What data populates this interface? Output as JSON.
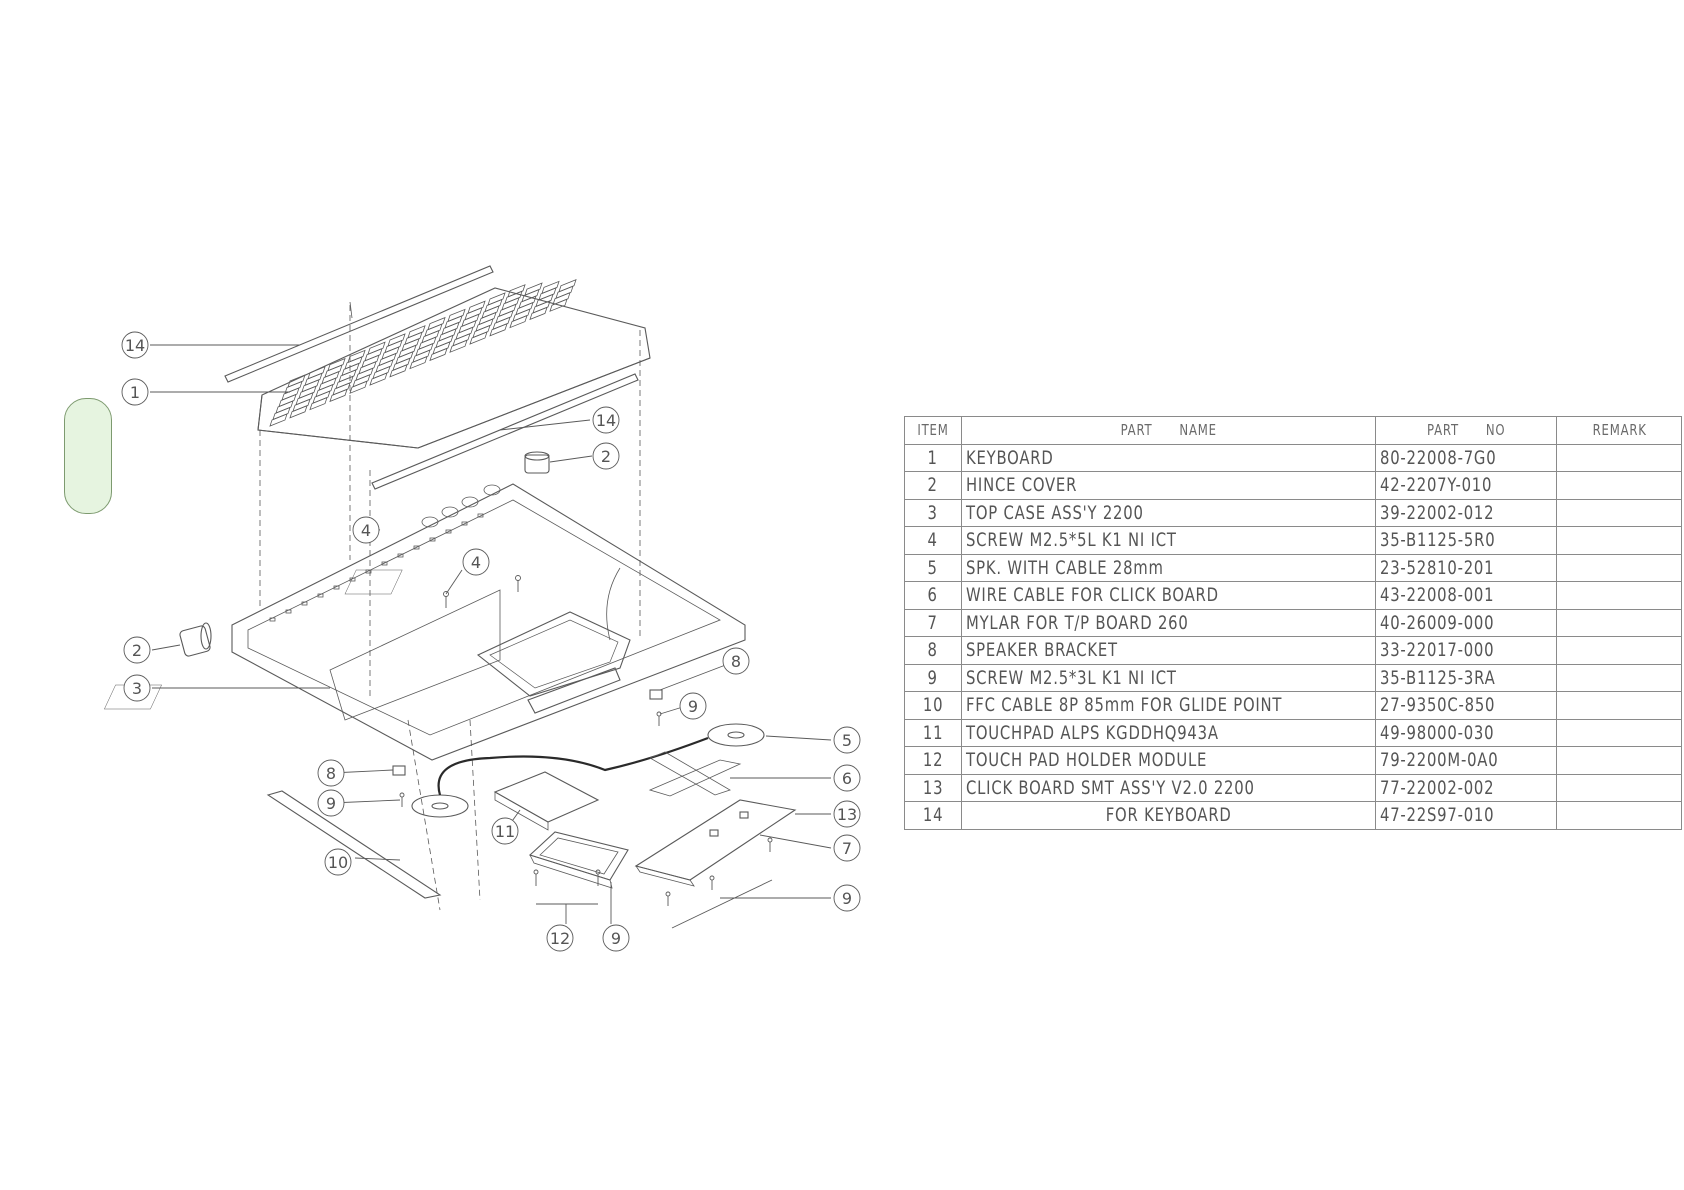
{
  "parts_table": {
    "headers": {
      "item": "ITEM",
      "part_name": "PART      NAME",
      "part_no": "PART      NO",
      "remark": "REMARK"
    },
    "rows": [
      {
        "item": "1",
        "name": "KEYBOARD",
        "no": "80-22008-7G0",
        "remark": ""
      },
      {
        "item": "2",
        "name": "HINCE COVER",
        "no": "42-2207Y-010",
        "remark": ""
      },
      {
        "item": "3",
        "name": "TOP CASE ASS'Y 2200",
        "no": "39-22002-012",
        "remark": ""
      },
      {
        "item": "4",
        "name": "SCREW M2.5*5L K1 NI ICT",
        "no": "35-B1125-5R0",
        "remark": ""
      },
      {
        "item": "5",
        "name": "SPK. WITH CABLE 28mm",
        "no": "23-52810-201",
        "remark": ""
      },
      {
        "item": "6",
        "name": "WIRE CABLE FOR CLICK BOARD",
        "no": "43-22008-001",
        "remark": ""
      },
      {
        "item": "7",
        "name": "MYLAR FOR T/P BOARD 260",
        "no": "40-26009-000",
        "remark": ""
      },
      {
        "item": "8",
        "name": "SPEAKER BRACKET",
        "no": "33-22017-000",
        "remark": ""
      },
      {
        "item": "9",
        "name": "SCREW M2.5*3L K1 NI ICT",
        "no": "35-B1125-3RA",
        "remark": ""
      },
      {
        "item": "10",
        "name": "FFC CABLE 8P 85mm FOR GLIDE POINT",
        "no": "27-9350C-850",
        "remark": ""
      },
      {
        "item": "11",
        "name": "TOUCHPAD ALPS KGDDHQ943A",
        "no": "49-98000-030",
        "remark": ""
      },
      {
        "item": "12",
        "name": "TOUCH PAD HOLDER MODULE",
        "no": "79-2200M-0A0",
        "remark": ""
      },
      {
        "item": "13",
        "name": "CLICK BOARD SMT ASS'Y V2.0 2200",
        "no": "77-22002-002",
        "remark": ""
      },
      {
        "item": "14",
        "name": "FOR KEYBOARD",
        "no": "47-22S97-010",
        "remark": ""
      }
    ]
  },
  "callouts": [
    "14",
    "1",
    "14",
    "2",
    "4",
    "4",
    "2",
    "3",
    "8",
    "9",
    "5",
    "6",
    "8",
    "9",
    "13",
    "7",
    "11",
    "10",
    "9",
    "12",
    "9"
  ],
  "colors": {
    "line": "#5a5a5a",
    "marker_fill": "#e6f4e0",
    "marker_border": "#7d9a6f"
  }
}
